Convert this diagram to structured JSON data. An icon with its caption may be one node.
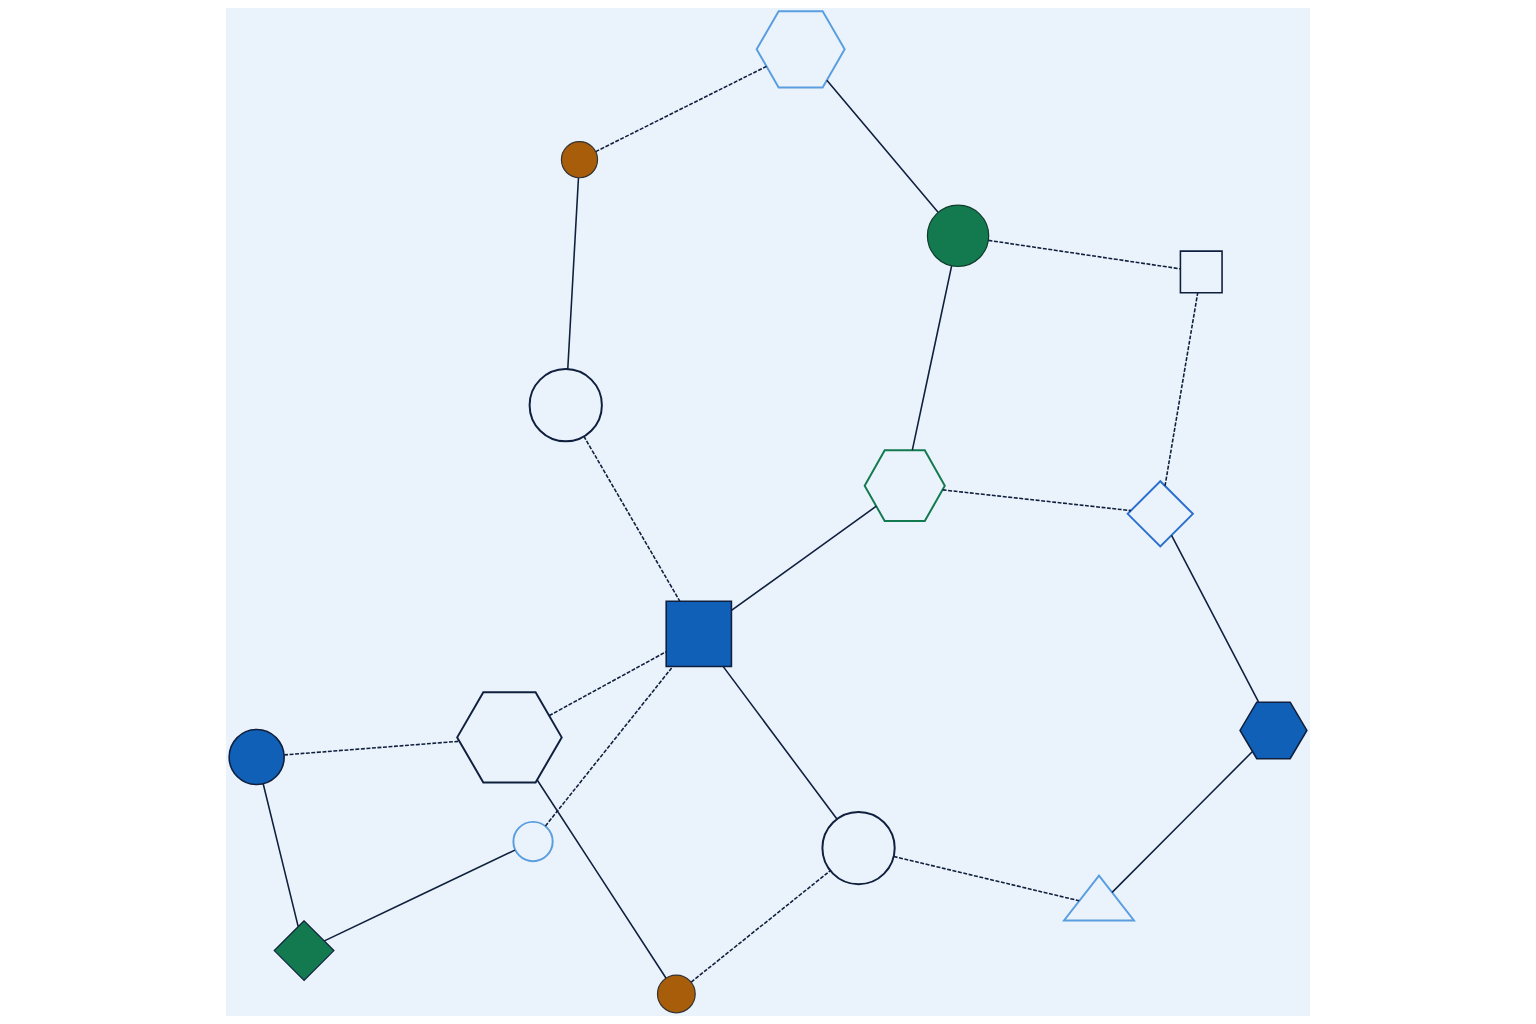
{
  "diagram": {
    "nodes": [
      {
        "text": [],
        "shape": "circle"
      },
      {
        "text": [],
        "shape": "diamond"
      },
      {
        "text": [],
        "shape": "circle"
      },
      {
        "text": [],
        "shape": "circle"
      },
      {
        "text": [],
        "shape": "hexagon"
      },
      {
        "text": [],
        "shape": "circle"
      },
      {
        "text": [],
        "shape": "circle"
      },
      {
        "text": [],
        "shape": "hexagon"
      },
      {
        "text": [],
        "shape": "box"
      },
      {
        "text": [],
        "shape": "hexagon"
      },
      {
        "text": [],
        "shape": "diamond"
      },
      {
        "text": [],
        "shape": "box"
      },
      {
        "text": [],
        "shape": "circle"
      },
      {
        "text": [],
        "shape": "circle"
      },
      {
        "text": [],
        "shape": "triangle"
      },
      {
        "text": [],
        "shape": "hexagon"
      }
    ],
    "edges": [
      {
        "from": 0,
        "to": 1,
        "arrow": "none"
      },
      {
        "from": 1,
        "to": 5,
        "arrow": "none"
      },
      {
        "from": 0,
        "to": 7,
        "arrow": "none",
        "style": "dashed"
      },
      {
        "from": 2,
        "to": 3,
        "arrow": "none"
      },
      {
        "from": 3,
        "to": 4,
        "arrow": "none",
        "style": "dashed"
      },
      {
        "from": 2,
        "to": 8,
        "arrow": "none",
        "style": "dashed"
      },
      {
        "from": 5,
        "to": 8,
        "arrow": "none",
        "style": "dashed"
      },
      {
        "from": 4,
        "to": 6,
        "arrow": "none"
      },
      {
        "from": 7,
        "to": 8,
        "arrow": "none",
        "style": "dashed"
      },
      {
        "from": 8,
        "to": 9,
        "arrow": "none"
      },
      {
        "from": 9,
        "to": 6,
        "arrow": "none"
      },
      {
        "from": 6,
        "to": 11,
        "arrow": "none",
        "style": "dashed"
      },
      {
        "from": 9,
        "to": 10,
        "arrow": "none",
        "style": "dashed"
      },
      {
        "from": 10,
        "to": 11,
        "arrow": "none",
        "style": "dashed"
      },
      {
        "from": 10,
        "to": 15,
        "arrow": "none"
      },
      {
        "from": 7,
        "to": 12,
        "arrow": "none"
      },
      {
        "from": 8,
        "to": 13,
        "arrow": "none"
      },
      {
        "from": 12,
        "to": 13,
        "arrow": "none",
        "style": "dashed"
      },
      {
        "from": 13,
        "to": 14,
        "arrow": "none",
        "style": "dashed"
      },
      {
        "from": 14,
        "to": 15,
        "arrow": "none"
      }
    ]
  }
}
